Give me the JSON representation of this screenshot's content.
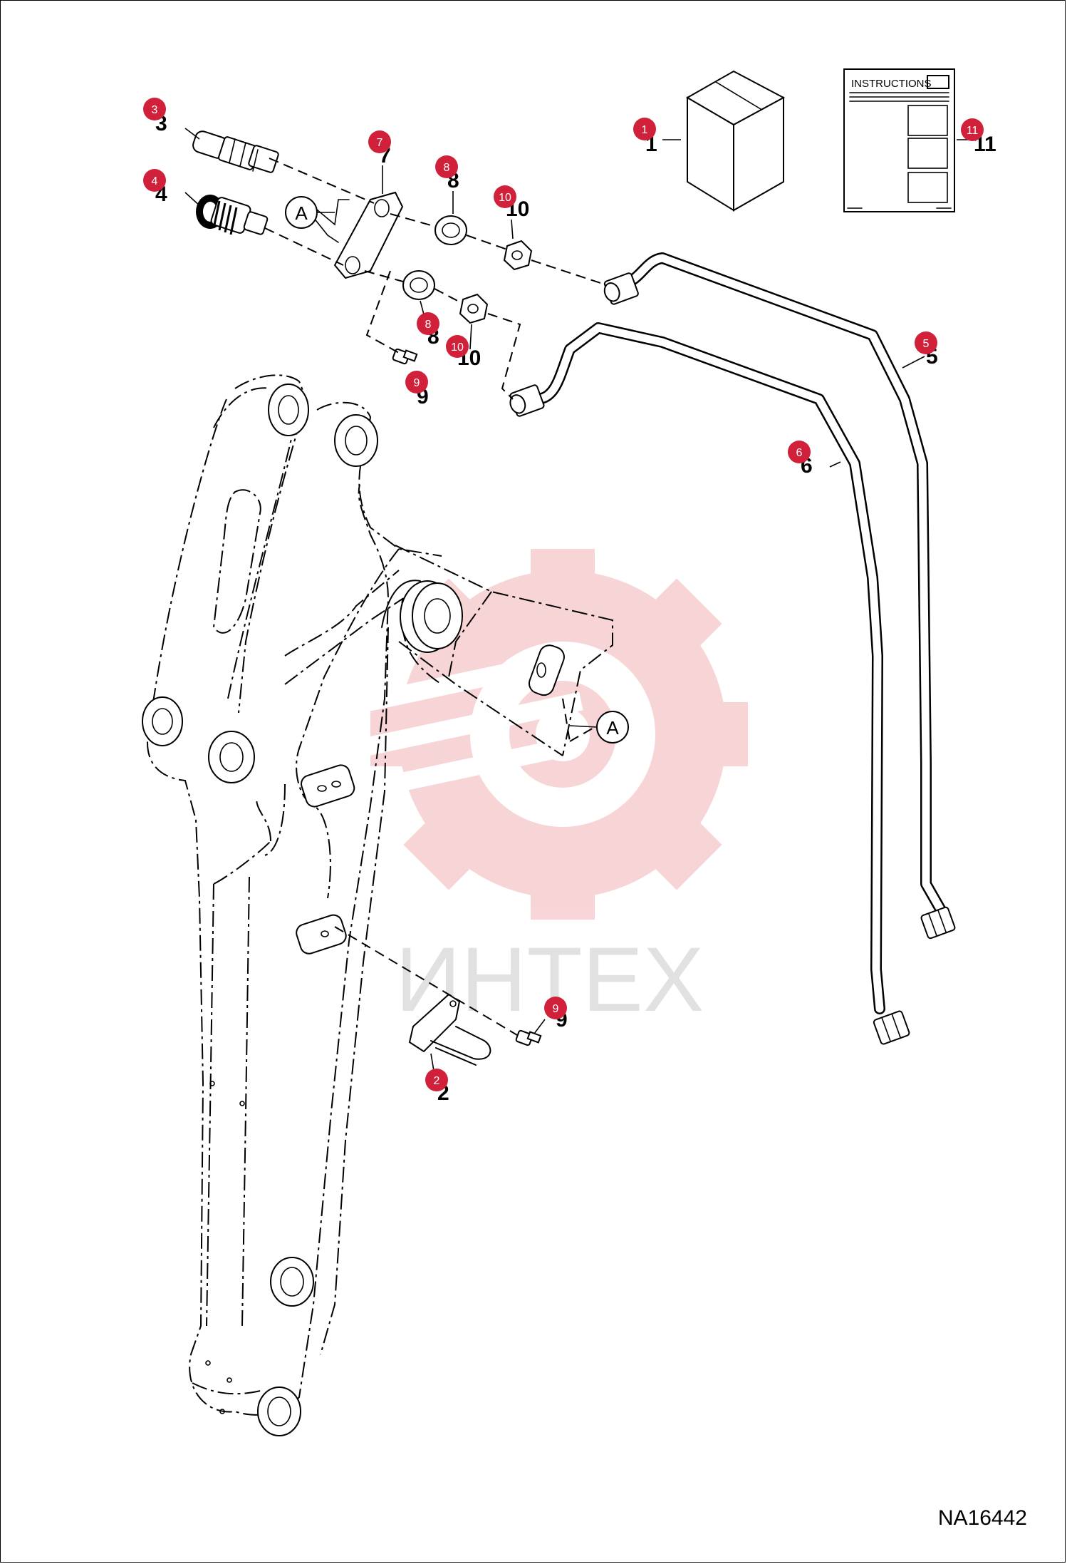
{
  "drawing_number": "NA16442",
  "watermark_text": "ИНТЕХ",
  "instructions_label": "INSTRUCTIONS",
  "callouts": [
    {
      "id": "c1",
      "num": "1"
    },
    {
      "id": "c2",
      "num": "2"
    },
    {
      "id": "c3",
      "num": "3"
    },
    {
      "id": "c4",
      "num": "4"
    },
    {
      "id": "c5",
      "num": "5"
    },
    {
      "id": "c6",
      "num": "6"
    },
    {
      "id": "c7",
      "num": "7"
    },
    {
      "id": "c8a",
      "num": "8"
    },
    {
      "id": "c8b",
      "num": "8"
    },
    {
      "id": "c9a",
      "num": "9"
    },
    {
      "id": "c9b",
      "num": "9"
    },
    {
      "id": "c10a",
      "num": "10"
    },
    {
      "id": "c10b",
      "num": "10"
    },
    {
      "id": "c11",
      "num": "11"
    }
  ],
  "reference_letters": [
    "A",
    "A"
  ],
  "colors": {
    "callout": "#d0203a",
    "watermark": "#f2b3b8",
    "line": "#000000"
  }
}
